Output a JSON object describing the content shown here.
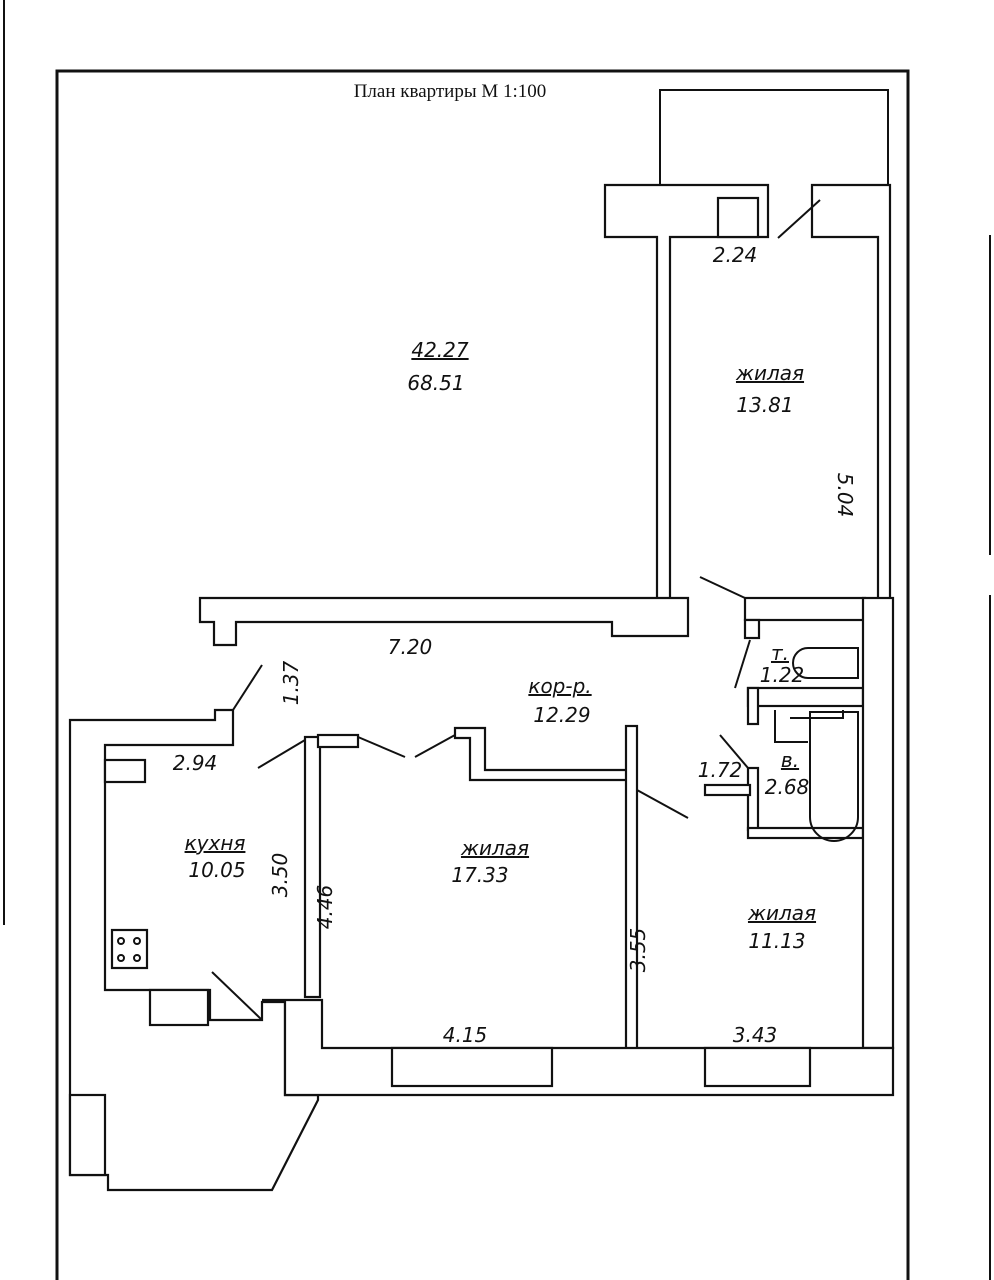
{
  "title": "План квартиры М 1:100",
  "summary": {
    "living_area": "42.27",
    "total_area": "68.51"
  },
  "rooms": {
    "bedroom_top": {
      "label": "жилая",
      "area": "13.81",
      "width": "2.24",
      "length": "5.04"
    },
    "corridor": {
      "label": "кор-р.",
      "area": "12.29",
      "length": "7.20",
      "width": "1.37"
    },
    "toilet": {
      "label": "т.",
      "area": "1.22"
    },
    "bathroom": {
      "label": "в.",
      "area": "2.68",
      "width": "1.72"
    },
    "kitchen": {
      "label": "кухня",
      "area": "10.05",
      "width": "2.94",
      "length": "3.50"
    },
    "living_middle": {
      "label": "жилая",
      "area": "17.33",
      "width": "4.15",
      "length": "4.46"
    },
    "living_right": {
      "label": "жилая",
      "area": "11.13",
      "width": "3.43",
      "length": "3.55"
    }
  },
  "colors": {
    "ink": "#111111",
    "paper": "#ffffff"
  }
}
